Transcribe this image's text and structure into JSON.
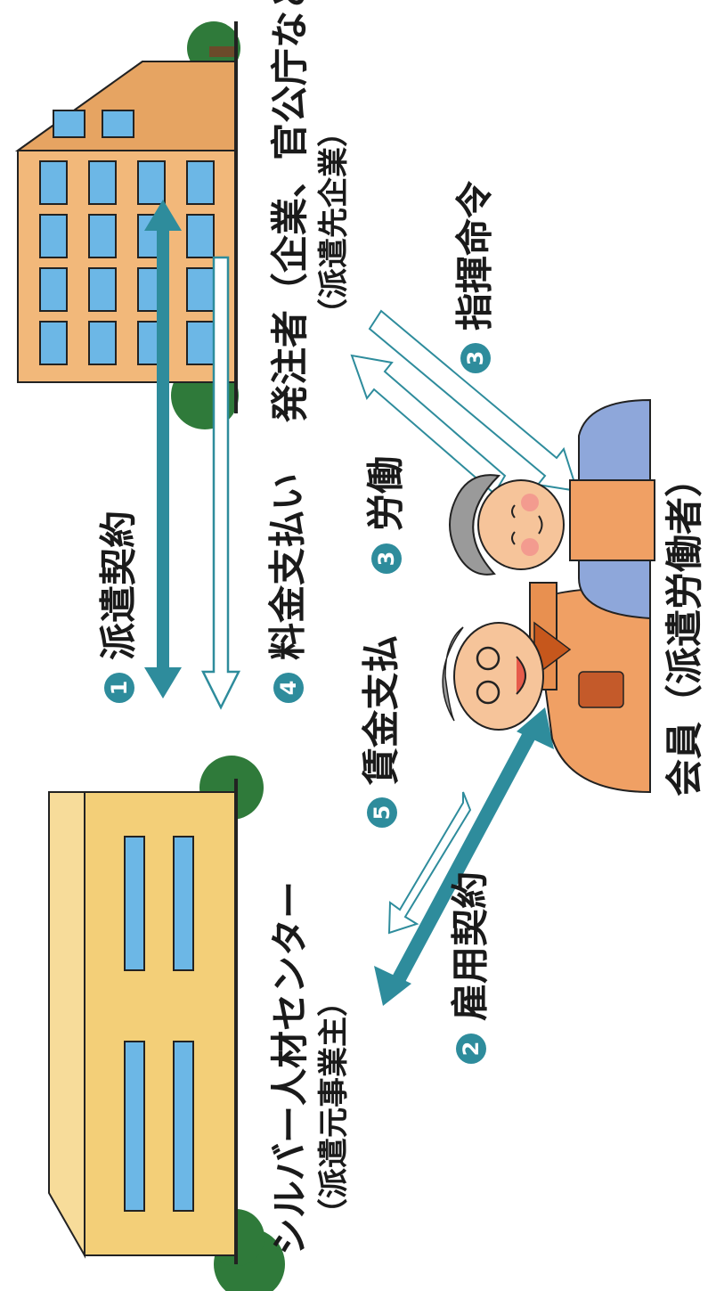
{
  "colors": {
    "teal": "#2e8c9c",
    "teal_light": "#55b2bf",
    "building_tan": "#f2b87a",
    "building_yellow": "#f3cf78",
    "window_blue": "#6cb7e6",
    "tree_green": "#2f7a3a",
    "shirt_orange": "#f0a064",
    "shirt_blue": "#8ea7da"
  },
  "nodes": {
    "silver_center": {
      "name": "シルバー人材センター",
      "role": "（派遣元事業主）"
    },
    "client": {
      "name": "発注者（企業、官公庁など）",
      "role": "（派遣先企業）"
    },
    "member": {
      "name": "会員（派遣労働者）"
    }
  },
  "steps": {
    "s1": {
      "num": "1",
      "label": "派遣契約"
    },
    "s2": {
      "num": "2",
      "label": "雇用契約"
    },
    "s3a": {
      "num": "3",
      "label": "労働"
    },
    "s3b": {
      "num": "3",
      "label": "指揮命令"
    },
    "s4": {
      "num": "4",
      "label": "料金支払い"
    },
    "s5": {
      "num": "5",
      "label": "賃金支払"
    }
  }
}
